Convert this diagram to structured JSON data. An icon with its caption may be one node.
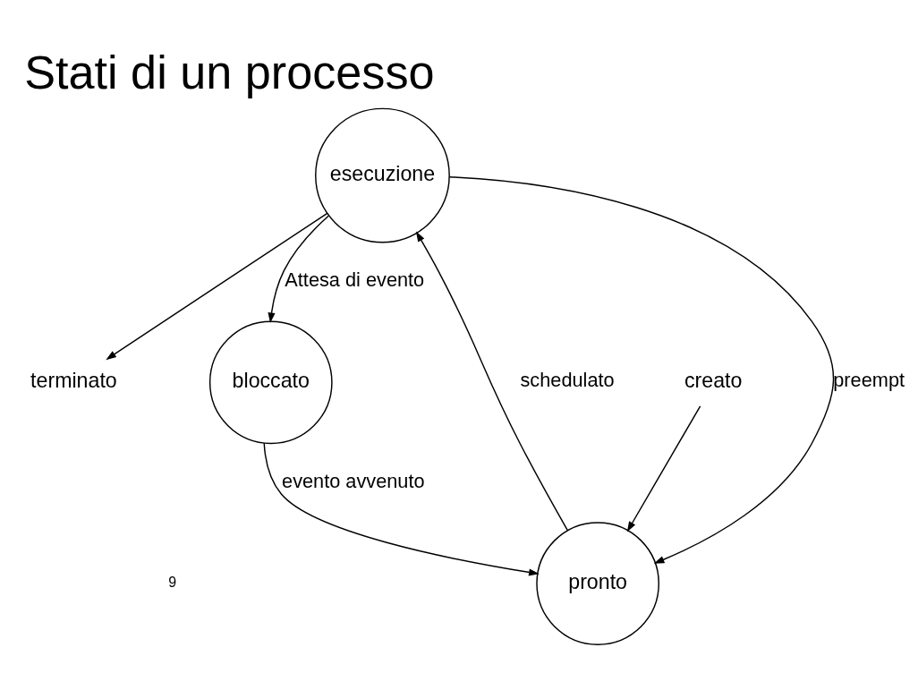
{
  "diagram": {
    "title": "Stati di un processo",
    "nodes": [
      {
        "text": [
          "terminato"
        ]
      },
      {
        "text": [
          "esecuzione"
        ]
      },
      {
        "text": [
          "creato"
        ]
      },
      {
        "text": [
          "pronto"
        ]
      },
      {
        "text": [
          "bloccato"
        ]
      }
    ],
    "edges": [
      {
        "from": 1,
        "to": 0,
        "arrow": "to"
      },
      {
        "from": 3,
        "to": 1,
        "arrow": "to",
        "label": "schedulato"
      },
      {
        "from": 1,
        "to": 4,
        "arrow": "to",
        "label": "Attesa di evento"
      },
      {
        "from": 1,
        "to": 3,
        "arrow": "to",
        "label": "preempt"
      },
      {
        "from": 2,
        "to": 3,
        "arrow": "to"
      },
      {
        "from": 4,
        "to": 3,
        "arrow": "to",
        "label": "evento avvenuto"
      }
    ],
    "labels": [
      "9"
    ]
  }
}
